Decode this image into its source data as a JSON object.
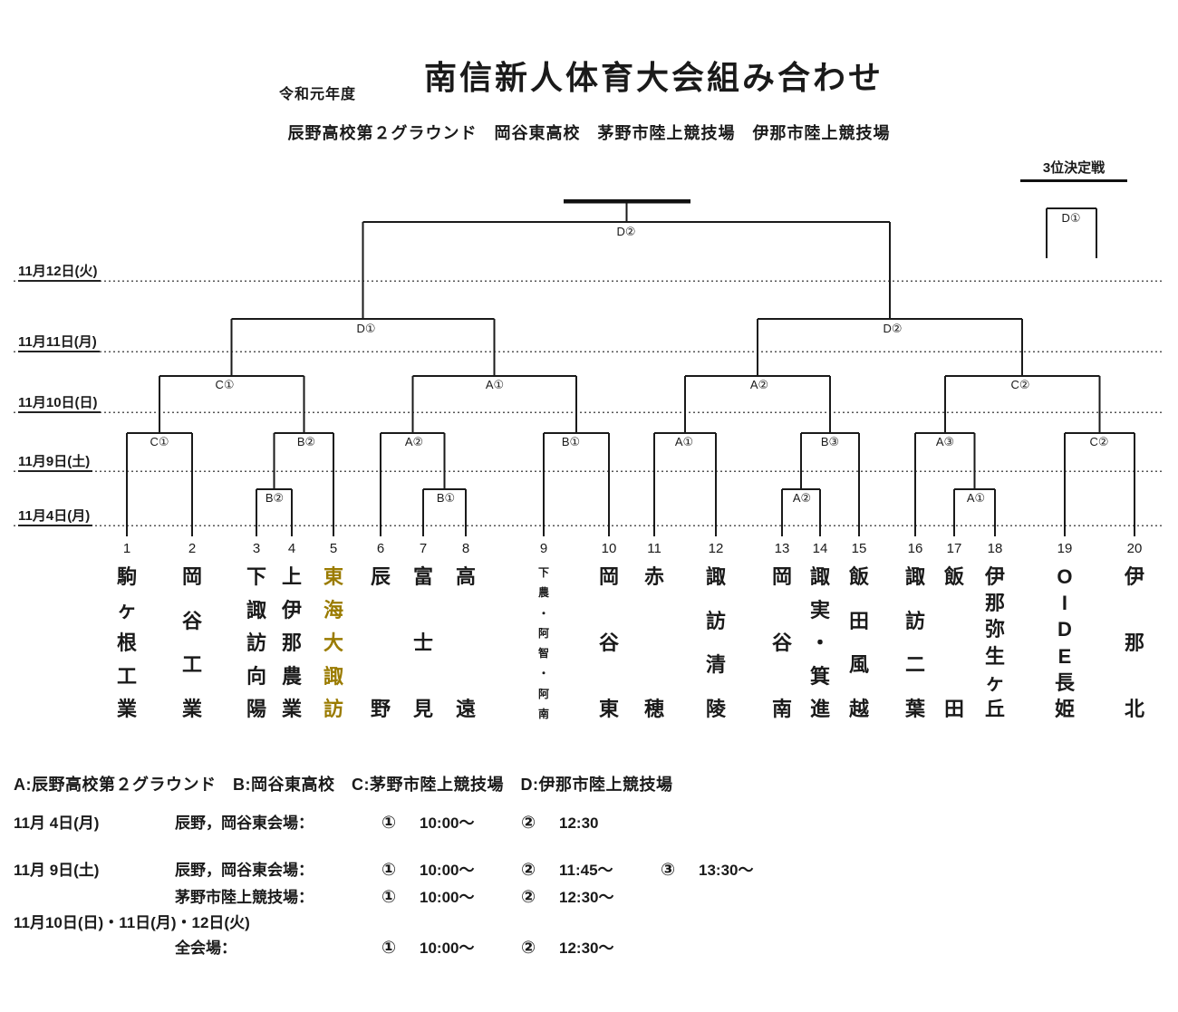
{
  "colors": {
    "ink": "#1a1a1a",
    "team_highlight": "#9a7b00"
  },
  "header": {
    "era": "令和元年度",
    "title": "南信新人体育大会組み合わせ",
    "venues": "辰野高校第２グラウンド　岡谷東高校　茅野市陸上競技場　伊那市陸上競技場"
  },
  "third_place": {
    "title": "3位決定戦"
  },
  "dates": [
    "11月12日(火)",
    "11月11日(月)",
    "11月10日(日)",
    "11月9日(土)",
    "11月4日(月)"
  ],
  "bracket": {
    "labels": [
      {
        "id": "final",
        "text": "D②"
      },
      {
        "id": "sf-left",
        "text": "D①"
      },
      {
        "id": "sf-right",
        "text": "D②"
      },
      {
        "id": "qf-1",
        "text": "C①"
      },
      {
        "id": "qf-2",
        "text": "A①"
      },
      {
        "id": "qf-3",
        "text": "A②"
      },
      {
        "id": "qf-4",
        "text": "C②"
      },
      {
        "id": "r2-1",
        "text": "C①"
      },
      {
        "id": "r2-2",
        "text": "B②"
      },
      {
        "id": "r2-3",
        "text": "A②"
      },
      {
        "id": "r2-4",
        "text": "B①"
      },
      {
        "id": "r2-5",
        "text": "A①"
      },
      {
        "id": "r2-6",
        "text": "B③"
      },
      {
        "id": "r2-7",
        "text": "A③"
      },
      {
        "id": "r2-8",
        "text": "C②"
      },
      {
        "id": "r1-1",
        "text": "B②"
      },
      {
        "id": "r1-2",
        "text": "B①"
      },
      {
        "id": "r1-3",
        "text": "A②"
      },
      {
        "id": "r1-4",
        "text": "A①"
      },
      {
        "id": "third",
        "text": "D①"
      }
    ]
  },
  "teams": [
    {
      "num": "1",
      "name": "駒ヶ根工業"
    },
    {
      "num": "2",
      "name": "岡谷工業"
    },
    {
      "num": "3",
      "name": "下諏訪向陽"
    },
    {
      "num": "4",
      "name": "上伊那農業"
    },
    {
      "num": "5",
      "name": "東海大諏訪",
      "highlight": true
    },
    {
      "num": "6",
      "name": "辰野"
    },
    {
      "num": "7",
      "name": "富士見"
    },
    {
      "num": "8",
      "name": "高遠"
    },
    {
      "num": "9",
      "name": "下農・阿智・阿南",
      "small": true
    },
    {
      "num": "10",
      "name": "岡谷東"
    },
    {
      "num": "11",
      "name": "赤穂"
    },
    {
      "num": "12",
      "name": "諏訪清陵"
    },
    {
      "num": "13",
      "name": "岡谷南"
    },
    {
      "num": "14",
      "name": "諏実・箕進"
    },
    {
      "num": "15",
      "name": "飯田風越"
    },
    {
      "num": "16",
      "name": "諏訪二葉"
    },
    {
      "num": "17",
      "name": "飯田"
    },
    {
      "num": "18",
      "name": "伊那弥生ヶ丘"
    },
    {
      "num": "19",
      "name": "OIDE長姫"
    },
    {
      "num": "20",
      "name": "伊那北"
    }
  ],
  "footer": {
    "venue_key": "A:辰野高校第２グラウンド　B:岡谷東高校　C:茅野市陸上競技場　D:伊那市陸上競技場",
    "schedule": [
      {
        "date": "11月 4日(月)",
        "venue": "辰野，岡谷東会場：",
        "slots": [
          {
            "m": "①",
            "t": "10:00～"
          },
          {
            "m": "②",
            "t": "12:30"
          }
        ]
      },
      {
        "date": "11月 9日(土)",
        "venue": "辰野，岡谷東会場：",
        "slots": [
          {
            "m": "①",
            "t": "10:00～"
          },
          {
            "m": "②",
            "t": "11:45～"
          },
          {
            "m": "③",
            "t": "13:30～"
          }
        ]
      },
      {
        "date": "",
        "venue": "茅野市陸上競技場：",
        "slots": [
          {
            "m": "①",
            "t": "10:00～"
          },
          {
            "m": "②",
            "t": "12:30～"
          }
        ]
      },
      {
        "date_span": "11月10日(日)・11日(月)・12日(火)"
      },
      {
        "date": "",
        "venue": "全会場：",
        "slots": [
          {
            "m": "①",
            "t": "10:00～"
          },
          {
            "m": "②",
            "t": "12:30～"
          }
        ]
      }
    ]
  }
}
